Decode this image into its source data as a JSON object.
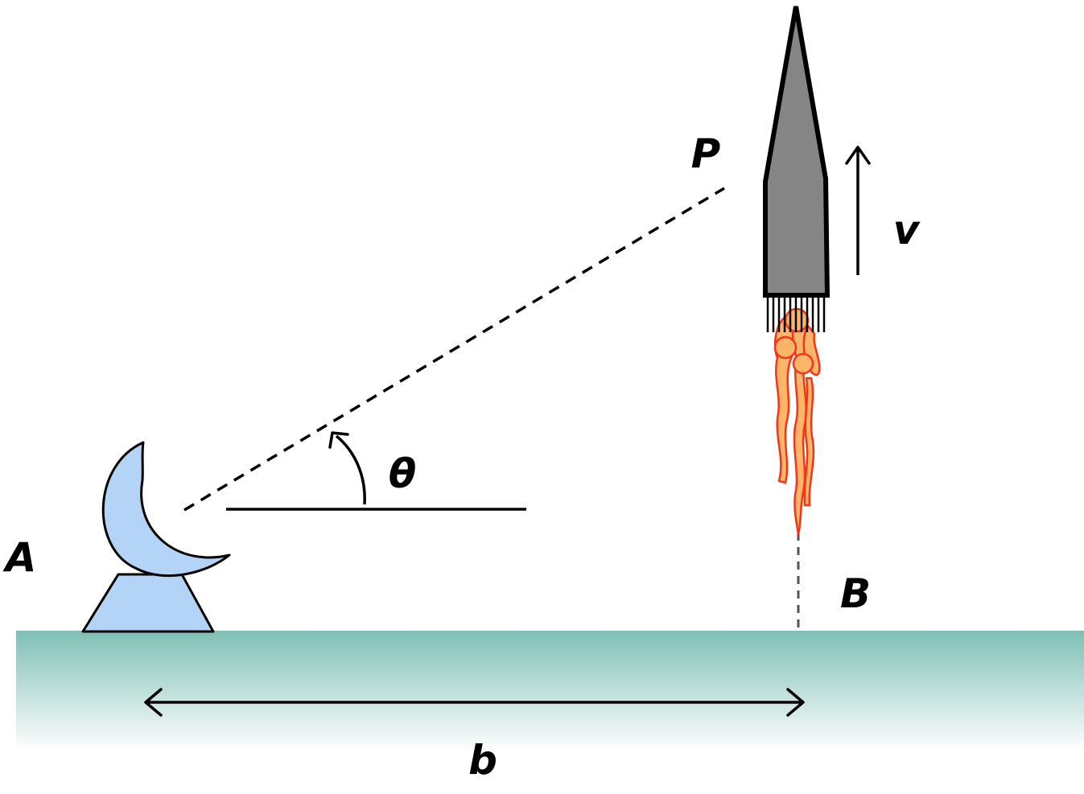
{
  "labels": {
    "point_a": "A",
    "point_b": "B",
    "point_p": "P",
    "angle": "θ",
    "velocity": "v",
    "distance": "b"
  },
  "colors": {
    "ground_top": "#7fbfb5",
    "ground_bottom": "#ffffff",
    "dish": "#b3d4f6",
    "rocket_body": "#858585",
    "flame_fill": "#fdb56a",
    "flame_stroke": "#f0361c",
    "outline": "#000000"
  }
}
